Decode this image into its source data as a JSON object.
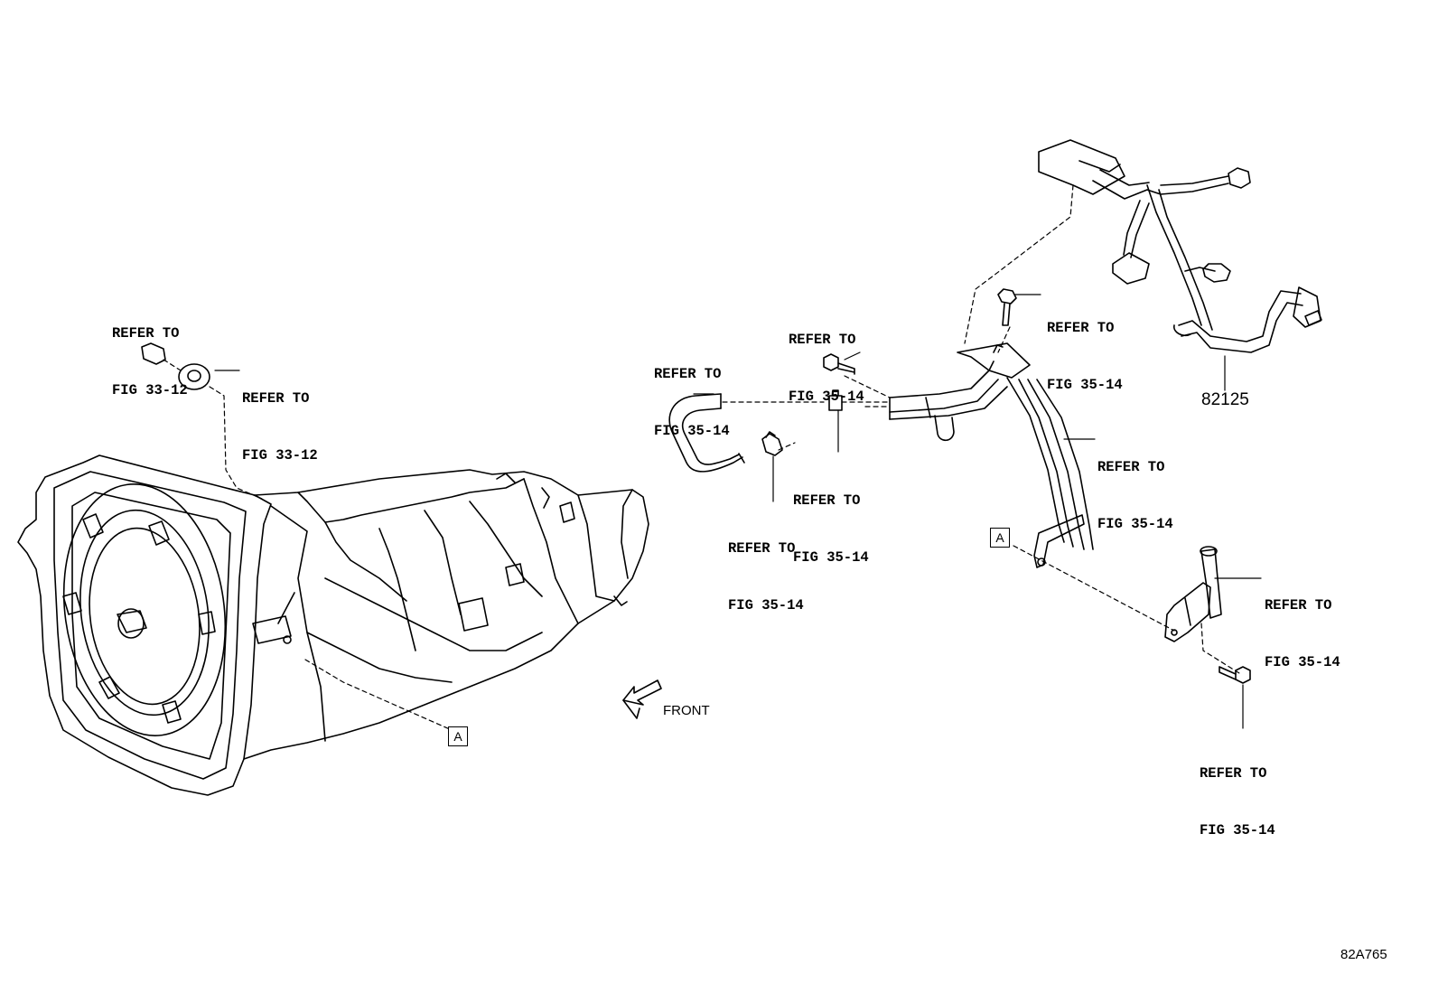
{
  "callouts": [
    {
      "line1": "REFER TO",
      "line2": "FIG 33-12"
    },
    {
      "line1": "REFER TO",
      "line2": "FIG 33-12"
    },
    {
      "line1": "REFER TO",
      "line2": "FIG 35-14"
    },
    {
      "line1": "REFER TO",
      "line2": "FIG 35-14"
    },
    {
      "line1": "REFER TO",
      "line2": "FIG 35-14"
    },
    {
      "line1": "REFER TO",
      "line2": "FIG 35-14"
    },
    {
      "line1": "REFER TO",
      "line2": "FIG 35-14"
    },
    {
      "line1": "REFER TO",
      "line2": "FIG 35-14"
    },
    {
      "line1": "REFER TO",
      "line2": "FIG 35-14"
    },
    {
      "line1": "REFER TO",
      "line2": "FIG 35-14"
    }
  ],
  "part_number": "82125",
  "front_label": "FRONT",
  "connector_label": "A",
  "diagram_code": "82A765"
}
